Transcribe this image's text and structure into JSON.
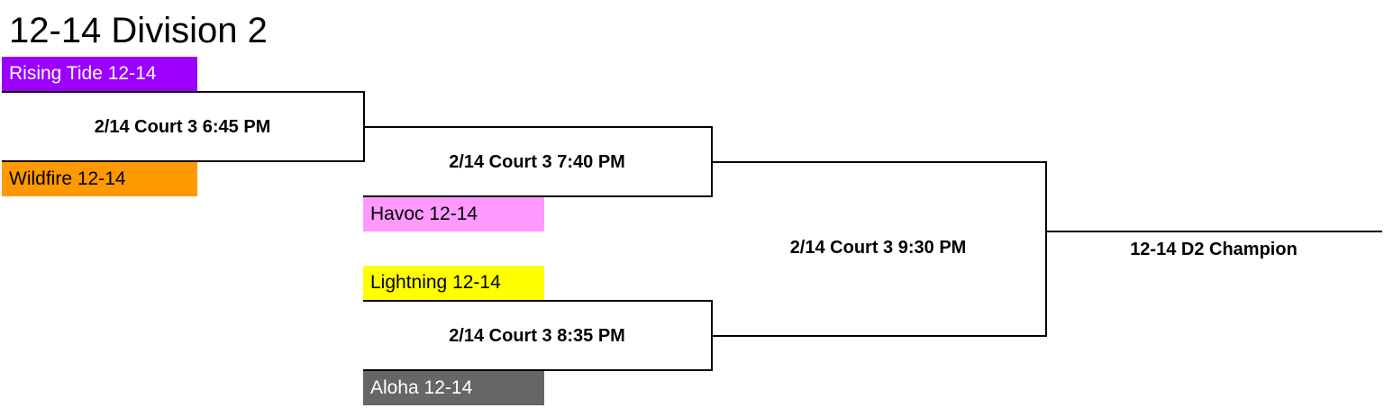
{
  "title": "12-14 Division 2",
  "teams": [
    {
      "name": "Rising Tide 12-14",
      "color": "#9b00ff",
      "text_color": "#ffffff"
    },
    {
      "name": "Wildfire 12-14",
      "color": "#ff9900",
      "text_color": "#000000"
    },
    {
      "name": "Havoc 12-14",
      "color": "#ff99ff",
      "text_color": "#000000"
    },
    {
      "name": "Lightning 12-14",
      "color": "#ffff00",
      "text_color": "#000000"
    },
    {
      "name": "Aloha 12-14",
      "color": "#666666",
      "text_color": "#ffffff"
    }
  ],
  "games": [
    "2/14 Court 3 6:45 PM",
    "2/14 Court 3 7:40 PM",
    "2/14 Court 3 8:35 PM",
    "2/14 Court 3 9:30 PM"
  ],
  "champion": "12-14 D2 Champion"
}
